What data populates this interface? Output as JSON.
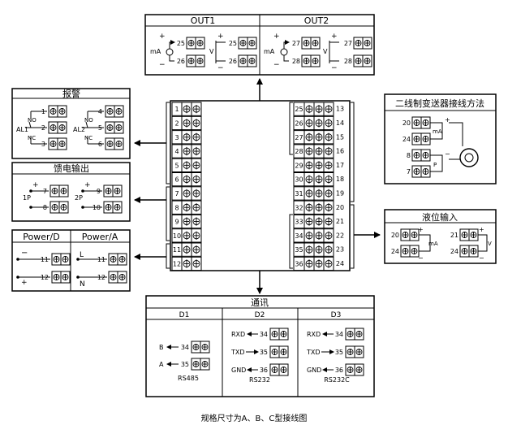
{
  "caption": "规格尺寸为A、B、C型接线图",
  "out": {
    "out1_title": "OUT1",
    "out2_title": "OUT2",
    "plus": "+",
    "minus": "−",
    "ma": "mA",
    "v": "V",
    "t25": "25",
    "t26": "26",
    "t27": "27",
    "t28": "28"
  },
  "alarm": {
    "title": "报警",
    "al1": "AL1",
    "al2": "AL2",
    "no": "NO",
    "nc": "NC",
    "t1": "1",
    "t2": "2",
    "t3": "3",
    "t4": "4",
    "t5": "5",
    "t6": "6"
  },
  "feed": {
    "title": "馈电输出",
    "p1": "1P",
    "p2": "2P",
    "plus": "+",
    "minus": "−",
    "t7": "7",
    "t8": "8",
    "t9": "9",
    "t10": "10"
  },
  "power": {
    "title_d": "Power/D",
    "title_a": "Power/A",
    "minus": "−",
    "plus": "+",
    "l": "L",
    "n": "N",
    "t11": "11",
    "t12": "12"
  },
  "meter": {
    "left_terms": [
      "1",
      "2",
      "3",
      "4",
      "5",
      "6",
      "7",
      "8",
      "9",
      "10",
      "11",
      "12"
    ],
    "right_inner": [
      "25",
      "26",
      "27",
      "28",
      "29",
      "30",
      "31",
      "32",
      "33",
      "34",
      "35",
      "36"
    ],
    "right_outer": [
      "13",
      "14",
      "15",
      "16",
      "17",
      "18",
      "19",
      "20",
      "21",
      "22",
      "23",
      "24"
    ]
  },
  "two_wire": {
    "title": "二线制变送器接线方法",
    "t20": "20",
    "t24": "24",
    "t8": "8",
    "t7": "7",
    "ma": "mA",
    "p": "P",
    "plus": "+",
    "minus": "−"
  },
  "level": {
    "title": "液位输入",
    "t20": "20",
    "t24": "24",
    "t21": "21",
    "ma": "mA",
    "v": "V",
    "plus": "+",
    "minus": "−"
  },
  "comm": {
    "title": "通讯",
    "d1": "D1",
    "d2": "D2",
    "d3": "D3",
    "b": "B",
    "a": "A",
    "rxd": "RXD",
    "txd": "TXD",
    "gnd": "GND",
    "t34": "34",
    "t35": "35",
    "t36": "36",
    "rs485": "RS485",
    "rs232": "RS232",
    "rs232c": "RS232C"
  }
}
